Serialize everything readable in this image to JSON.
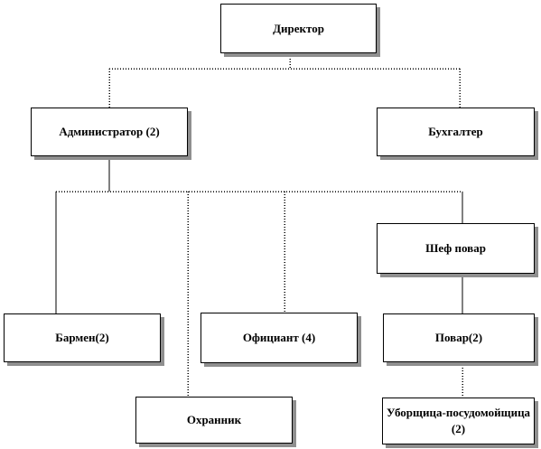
{
  "org_chart": {
    "nodes": {
      "director": "Директор",
      "admin": "Администратор (2)",
      "accountant": "Бухгалтер",
      "chef": "Шеф повар",
      "bartender": "Бармен(2)",
      "waiter": "Официант (4)",
      "cook": "Повар(2)",
      "guard": "Охранник",
      "cleaner": "Уборщица-посудомойщица (2)"
    },
    "links": [
      {
        "from": "director",
        "to": "admin"
      },
      {
        "from": "director",
        "to": "accountant"
      },
      {
        "from": "admin",
        "to": "bartender"
      },
      {
        "from": "admin",
        "to": "guard"
      },
      {
        "from": "admin",
        "to": "waiter"
      },
      {
        "from": "admin",
        "to": "chef"
      },
      {
        "from": "chef",
        "to": "cook"
      },
      {
        "from": "cook",
        "to": "cleaner"
      }
    ]
  }
}
